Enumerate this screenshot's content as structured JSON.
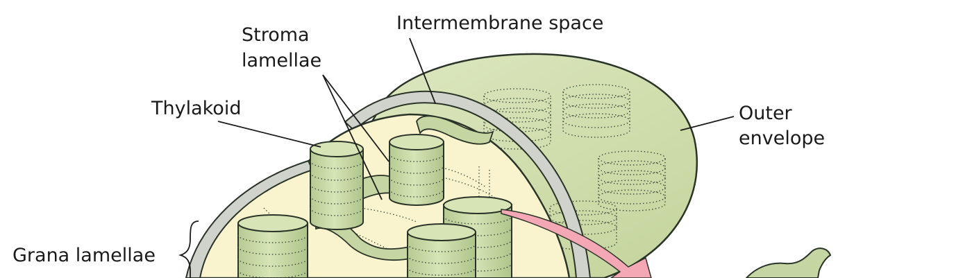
{
  "labels": {
    "intermembrane_space": "Intermembrane space",
    "stroma_lamellae_line1": "Stroma",
    "stroma_lamellae_line2": "lamellae",
    "thylakoid": "Thylakoid",
    "outer_envelope_line1": "Outer",
    "outer_envelope_line2": "envelope",
    "grana_lamellae": "Grana lamellae"
  },
  "colors": {
    "envelope_green": "#d5e2b4",
    "stroma_cream": "#f9f4cd",
    "granum_green": "#c5d6a3",
    "membrane_gray": "#cfd3cc",
    "outline": "#2a3328",
    "arrow_pink": "#f4a7b4"
  }
}
